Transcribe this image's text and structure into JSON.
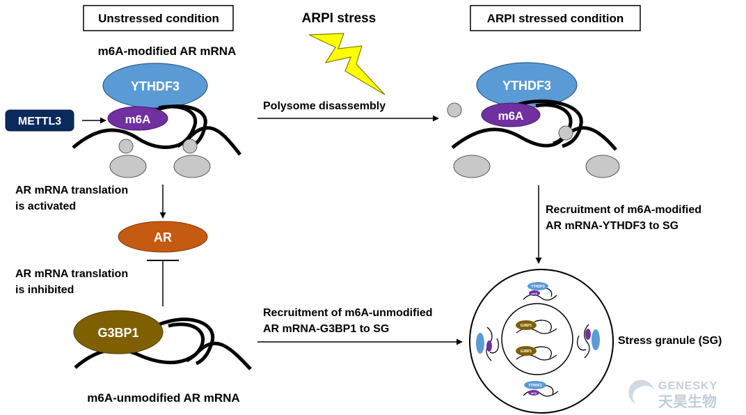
{
  "headers": {
    "unstressed": "Unstressed condition",
    "stress": "ARPI stress",
    "stressed": "ARPI stressed condition"
  },
  "labels": {
    "m6a_modified_mrna": "m6A-modified AR mRNA",
    "m6a_unmodified_mrna": "m6A-unmodified AR mRNA",
    "polysome_disassembly": "Polysome disassembly",
    "translation_activated_1": "AR mRNA translation",
    "translation_activated_2": "is activated",
    "translation_inhibited_1": "AR mRNA translation",
    "translation_inhibited_2": "is inhibited",
    "recruit_modified_1": "Recruitment of m6A-modified",
    "recruit_modified_2": "AR mRNA-YTHDF3 to SG",
    "recruit_unmodified_1": "Recruitment of m6A-unmodified",
    "recruit_unmodified_2": "AR mRNA-G3BP1 to SG",
    "stress_granule": "Stress granule (SG)"
  },
  "proteins": {
    "ythdf3": "YTHDF3",
    "m6a": "m6A",
    "mettl3": "METTL3",
    "ar": "AR",
    "g3bp1": "G3BP1"
  },
  "watermark": {
    "brand_en": "GENESKY",
    "brand_cn": "天昊生物"
  },
  "colors": {
    "ythdf3": "#5b9bd5",
    "m6a": "#7030a0",
    "mettl3": "#0b2a5c",
    "ar": "#c55a11",
    "g3bp1": "#7f6000",
    "ribosome": "#c8c8c8",
    "lightning": "#ffff00"
  }
}
